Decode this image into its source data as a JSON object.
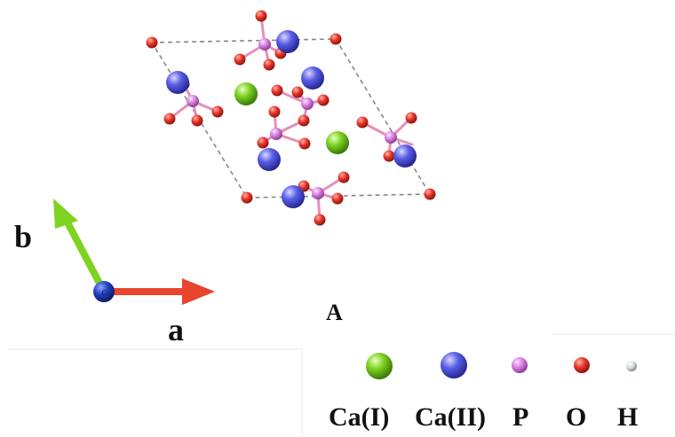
{
  "panel_label": "A",
  "axes": [
    {
      "label": "b",
      "color": "#7ed321"
    },
    {
      "label": "a",
      "color": "#e8442e"
    }
  ],
  "origin_glyph": "c",
  "legend": [
    {
      "label": "Ca(I)",
      "color": "#7ed321",
      "icon": "ca1-sphere-icon"
    },
    {
      "label": "Ca(II)",
      "color": "#5b5ee8",
      "icon": "ca2-sphere-icon"
    },
    {
      "label": "P",
      "color": "#d77ee0",
      "icon": "p-sphere-icon"
    },
    {
      "label": "O",
      "color": "#e8352a",
      "icon": "o-sphere-icon"
    },
    {
      "label": "H",
      "color": "#d7dede",
      "icon": "h-sphere-icon"
    }
  ],
  "colors": {
    "cell_edge": "#888888",
    "bond": "#e58fb8",
    "ca1": "#7ed321",
    "ca2": "#5b5ee8",
    "p": "#d77ee0",
    "o": "#e8352a",
    "h": "#d7dede",
    "origin": "#1f3fbf"
  }
}
